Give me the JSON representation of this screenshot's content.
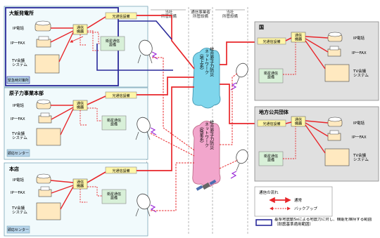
{
  "columns": {
    "col1": "当社\n所管設備",
    "col2": "通信事業者\n所管設備",
    "col3": "当社\n所管設備"
  },
  "panels": {
    "hq": {
      "title": "大飯発電所",
      "footer": "緊急時対策所",
      "ip_phone": "IP電話",
      "ip_fax": "IP一FAX",
      "tv_conf": "TV会議\nシステム",
      "comm_device": "通信\n機器",
      "fixed_comm": "光通信設備",
      "sat_comm": "衛星通信\n設備"
    },
    "nuclear": {
      "title": "原子力事業本部",
      "footer": "即応センター",
      "ip_phone": "IP電話",
      "ip_fax": "IP一FAX",
      "tv_conf": "TV会議\nシステム",
      "comm_device": "通信\n機器",
      "fixed_comm": "光通信設備",
      "sat_comm": "衛星通信\n設備"
    },
    "head_office": {
      "title": "本店",
      "footer": "即応センター",
      "ip_phone": "IP電話",
      "ip_fax": "IP一FAX",
      "tv_conf": "TV会議\nシステム",
      "comm_device": "通信\n機器",
      "fixed_comm": "光通信設備",
      "sat_comm": "衛星通信\n設備"
    },
    "country": {
      "title": "国",
      "fixed_comm": "光通信設備",
      "comm_device": "通信\n機器",
      "sat_comm": "衛星通信\n設備",
      "ip_phone": "IP電話",
      "ip_fax": "IP一FAX",
      "tv_conf": "TV会議\nシステム"
    },
    "local_gov": {
      "title": "地方公共団体",
      "fixed_comm": "光通信設備",
      "comm_device": "通信\n機器",
      "sat_comm": "衛星通信\n設備",
      "ip_phone": "IP電話",
      "ip_fax": "IP一FAX",
      "tv_conf": "TV会議\nシステム"
    }
  },
  "networks": {
    "ground": "統合原子力防災\nネットワーク\n（地上系）",
    "satellite": "統合原子力防災\nネットワーク\n（衛星系）"
  },
  "legend": {
    "title": "通信の流れ",
    "normal": "通常",
    "backup": "バックアップ"
  },
  "note": "基準地震動Ssによる地震力に対し、機能を維持する範囲（耐震基準適用範囲）",
  "colors": {
    "red": "#e8262a",
    "blue": "#2a2a9a",
    "cyan": "#7fd6ec",
    "pink": "#f2a6cc",
    "panel_left": "#f1fafc",
    "panel_right": "#e0e0e0",
    "yellow": "#fff6a8",
    "green": "#d8f0d8",
    "device": "#ffe9c0"
  }
}
